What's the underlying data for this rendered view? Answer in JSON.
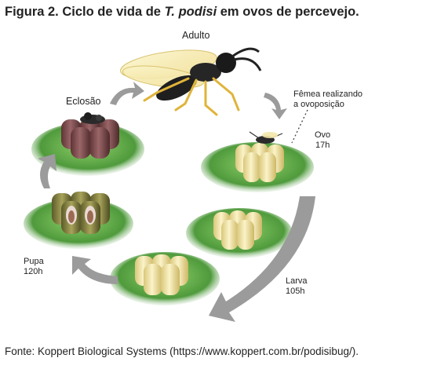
{
  "title": {
    "prefix": "Figura 2. Ciclo de vida de ",
    "species": "T. podisi",
    "suffix": " em ovos de percevejo."
  },
  "stages": {
    "adulto": "Adulto",
    "femea_line1": "Fêmea realizando",
    "femea_line2": "a ovoposição",
    "ovo": "Ovo",
    "ovo_time": "17h",
    "larva": "Larva",
    "larva_time": "105h",
    "pupa": "Pupa",
    "pupa_time": "120h",
    "eclosao": "Eclosão"
  },
  "source": "Fonte: Koppert Biological Systems (https://www.koppert.com.br/podisibug/).",
  "colors": {
    "egg_healthy": "#f2e6a4",
    "egg_dark": "#7b4a4c",
    "leaf": "#4f9a3c",
    "arrow": "#9b9b9b"
  }
}
